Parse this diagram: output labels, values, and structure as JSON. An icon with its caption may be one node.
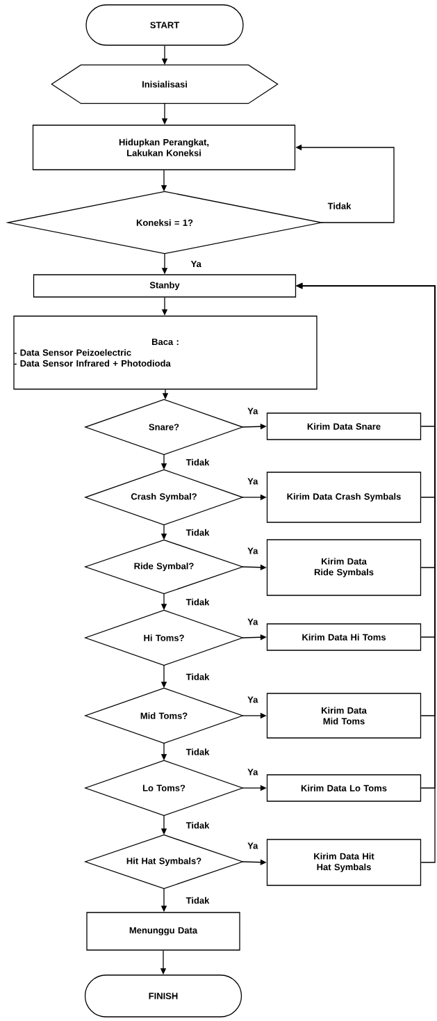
{
  "diagram": {
    "nodes": [
      {
        "text": [
          "START"
        ]
      },
      {
        "text": [
          "Inisialisasi"
        ]
      },
      {
        "text": [
          "Hidupkan Perangkat, Lakukan Koneksi"
        ]
      },
      {
        "text": [
          "Koneksi = 1?"
        ]
      },
      {
        "text": [
          "Stanby"
        ]
      },
      {
        "text": [
          "Baca :",
          "- Data Sensor Peizoelectric",
          "- Data Sensor Infrared + Photodioda"
        ]
      },
      {
        "text": [
          "Snare?"
        ]
      },
      {
        "text": [
          "Kirim Data Snare"
        ]
      },
      {
        "text": [
          "Crash Symbal?"
        ]
      },
      {
        "text": [
          "Kirim Data Crash Symbals"
        ]
      },
      {
        "text": [
          "Ride Symbal?"
        ]
      },
      {
        "text": [
          "Kirim Data Ride Symbals"
        ]
      },
      {
        "text": [
          "Hi Toms?"
        ]
      },
      {
        "text": [
          "Kirim Data Hi Toms"
        ]
      },
      {
        "text": [
          "Mid Toms?"
        ]
      },
      {
        "text": [
          "Kirim Data Mid Toms"
        ]
      },
      {
        "text": [
          "Lo Toms?"
        ]
      },
      {
        "text": [
          "Kirim Data Lo Toms"
        ]
      },
      {
        "text": [
          "Hit Hat Symbals?"
        ]
      },
      {
        "text": [
          "Kirim Data Hit Hat Symbals"
        ]
      },
      {
        "text": [
          "Menunggu Data"
        ]
      },
      {
        "text": [
          "FINISH"
        ]
      }
    ],
    "edges": [
      {
        "from": 0,
        "to": 1,
        "arrow": "to"
      },
      {
        "from": 1,
        "to": 2,
        "arrow": "to"
      },
      {
        "from": 2,
        "to": 3,
        "arrow": "to"
      },
      {
        "from": 3,
        "to": 2,
        "label": "Tidak",
        "arrow": "to"
      },
      {
        "from": 3,
        "to": 4,
        "label": "Ya",
        "arrow": "to"
      },
      {
        "from": 4,
        "to": 5,
        "arrow": "to"
      },
      {
        "from": 5,
        "to": 6,
        "arrow": "to"
      },
      {
        "from": 6,
        "to": 7,
        "label": "Ya",
        "arrow": "to"
      },
      {
        "from": 6,
        "to": 8,
        "label": "Tidak",
        "arrow": "to"
      },
      {
        "from": 8,
        "to": 9,
        "label": "Ya",
        "arrow": "to"
      },
      {
        "from": 8,
        "to": 10,
        "label": "Tidak",
        "arrow": "to"
      },
      {
        "from": 10,
        "to": 11,
        "label": "Ya",
        "arrow": "to"
      },
      {
        "from": 10,
        "to": 12,
        "label": "Tidak",
        "arrow": "to"
      },
      {
        "from": 12,
        "to": 13,
        "label": "Ya",
        "arrow": "to"
      },
      {
        "from": 12,
        "to": 14,
        "label": "Tidak",
        "arrow": "to"
      },
      {
        "from": 14,
        "to": 15,
        "label": "Ya",
        "arrow": "to"
      },
      {
        "from": 14,
        "to": 16,
        "label": "Tidak",
        "arrow": "to"
      },
      {
        "from": 16,
        "to": 17,
        "label": "Ya",
        "arrow": "to"
      },
      {
        "from": 16,
        "to": 18,
        "label": "Tidak",
        "arrow": "to"
      },
      {
        "from": 18,
        "to": 19,
        "label": "Ya",
        "arrow": "to"
      },
      {
        "from": 18,
        "to": 20,
        "label": "Tidak",
        "arrow": "to"
      },
      {
        "from": 20,
        "to": 21,
        "arrow": "to"
      },
      {
        "from": 7,
        "to": 4,
        "arrow": "to"
      },
      {
        "from": 9,
        "to": 4,
        "arrow": "to"
      },
      {
        "from": 11,
        "to": 4,
        "arrow": "to"
      },
      {
        "from": 13,
        "to": 4,
        "arrow": "to"
      },
      {
        "from": 15,
        "to": 4,
        "arrow": "to"
      },
      {
        "from": 17,
        "to": 4,
        "arrow": "to"
      },
      {
        "from": 19,
        "to": 4,
        "arrow": "to"
      }
    ]
  }
}
